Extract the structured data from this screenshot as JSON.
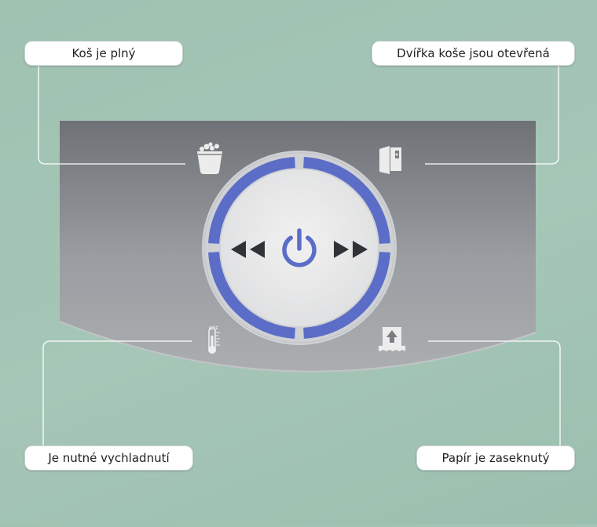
{
  "callouts": {
    "bin_full": "Koš je plný",
    "bin_door_open": "Dvířka koše jsou otevřená",
    "cooling_needed": "Je nutné vychladnutí",
    "paper_jam": "Papír je zaseknutý"
  },
  "icons": {
    "top_left": "bin-full-icon",
    "top_right": "bin-door-icon",
    "bottom_left": "thermometer-icon",
    "bottom_right": "paper-jam-icon",
    "left_button": "reverse-icon",
    "center_button": "power-icon",
    "right_button": "forward-icon"
  },
  "colors": {
    "background": "#a2c4b4",
    "panel_top": "#707378",
    "panel_bottom": "#a9acae",
    "ring": "#5a6cc4",
    "button_face": "#e8e9ea",
    "glyph": "#333333"
  }
}
